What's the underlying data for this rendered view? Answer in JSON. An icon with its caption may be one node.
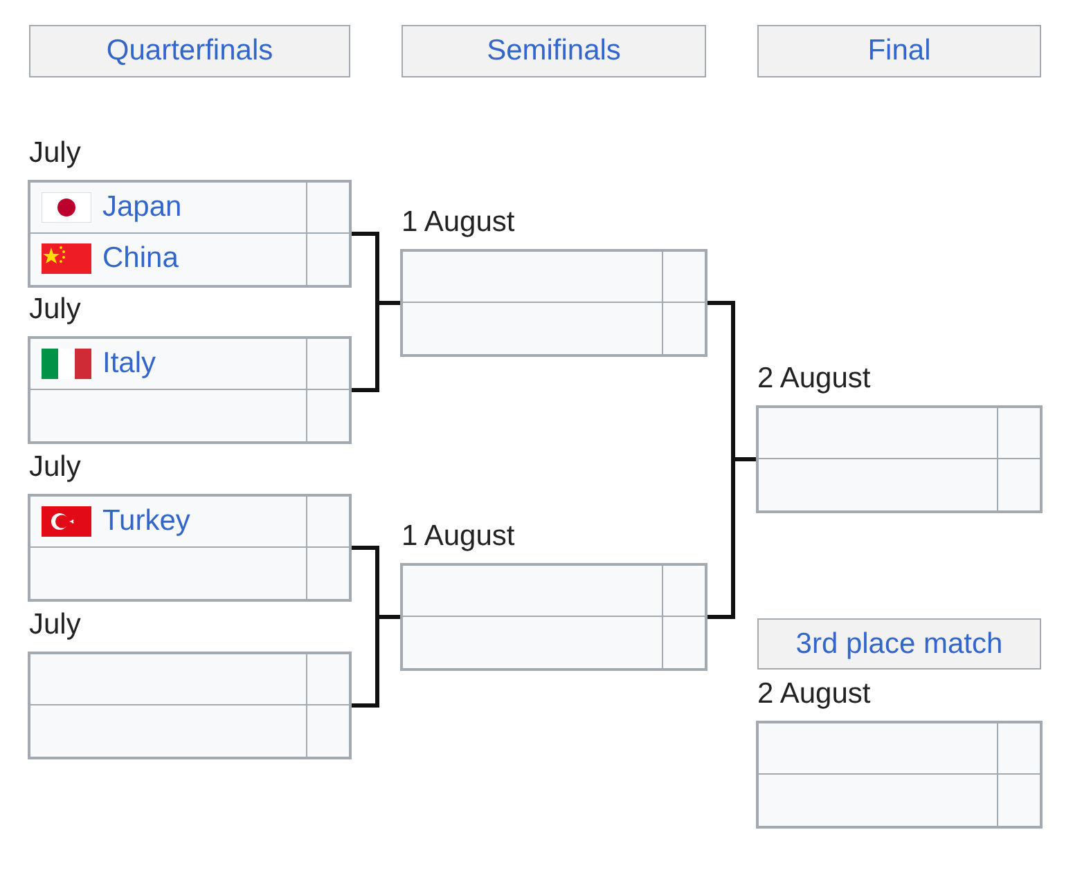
{
  "diagram": {
    "nodes": [
      {
        "text": [
          "Quarterfinals"
        ]
      },
      {
        "text": [
          "Semifinals"
        ]
      },
      {
        "text": [
          "Final"
        ]
      },
      {
        "text": [],
        "shape": "box",
        "beside": [
          "July"
        ]
      },
      {
        "text": [
          "Japan"
        ],
        "in": 3
      },
      {
        "text": [
          "China"
        ],
        "in": 3
      },
      {
        "text": [],
        "shape": "box",
        "beside": [
          "July"
        ]
      },
      {
        "text": [
          "Italy"
        ],
        "in": 6
      },
      {
        "text": [],
        "shape": "box",
        "in": 6
      },
      {
        "text": [],
        "shape": "box",
        "beside": [
          "July"
        ]
      },
      {
        "text": [
          "Turkey"
        ],
        "in": 9
      },
      {
        "text": [],
        "shape": "box",
        "in": 9
      },
      {
        "text": [],
        "shape": "box",
        "beside": [
          "July"
        ]
      },
      {
        "text": [],
        "shape": "box",
        "in": 12
      },
      {
        "text": [],
        "shape": "box",
        "in": 12
      },
      {
        "text": [],
        "shape": "box",
        "beside": [
          "1 August"
        ]
      },
      {
        "text": [],
        "shape": "box",
        "in": 15
      },
      {
        "text": [],
        "shape": "box",
        "in": 15
      },
      {
        "text": [],
        "shape": "box",
        "beside": [
          "1 August"
        ]
      },
      {
        "text": [],
        "shape": "box",
        "in": 18
      },
      {
        "text": [],
        "shape": "box",
        "in": 18
      },
      {
        "text": [],
        "shape": "box",
        "beside": [
          "2 August"
        ]
      },
      {
        "text": [],
        "shape": "box",
        "in": 21
      },
      {
        "text": [],
        "shape": "box",
        "in": 21
      },
      {
        "text": [
          "3rd place match"
        ]
      },
      {
        "text": [],
        "shape": "box",
        "beside": [
          "2 August"
        ]
      },
      {
        "text": [],
        "shape": "box",
        "in": 25
      },
      {
        "text": [],
        "shape": "box",
        "in": 25
      }
    ],
    "edges": [
      {
        "from": 3,
        "to": 15,
        "arrow": "none"
      },
      {
        "from": 6,
        "to": 15,
        "arrow": "none"
      },
      {
        "from": 9,
        "to": 18,
        "arrow": "none"
      },
      {
        "from": 12,
        "to": 18,
        "arrow": "none"
      },
      {
        "from": 15,
        "to": 21,
        "arrow": "none"
      },
      {
        "from": 18,
        "to": 21,
        "arrow": "none"
      }
    ]
  }
}
